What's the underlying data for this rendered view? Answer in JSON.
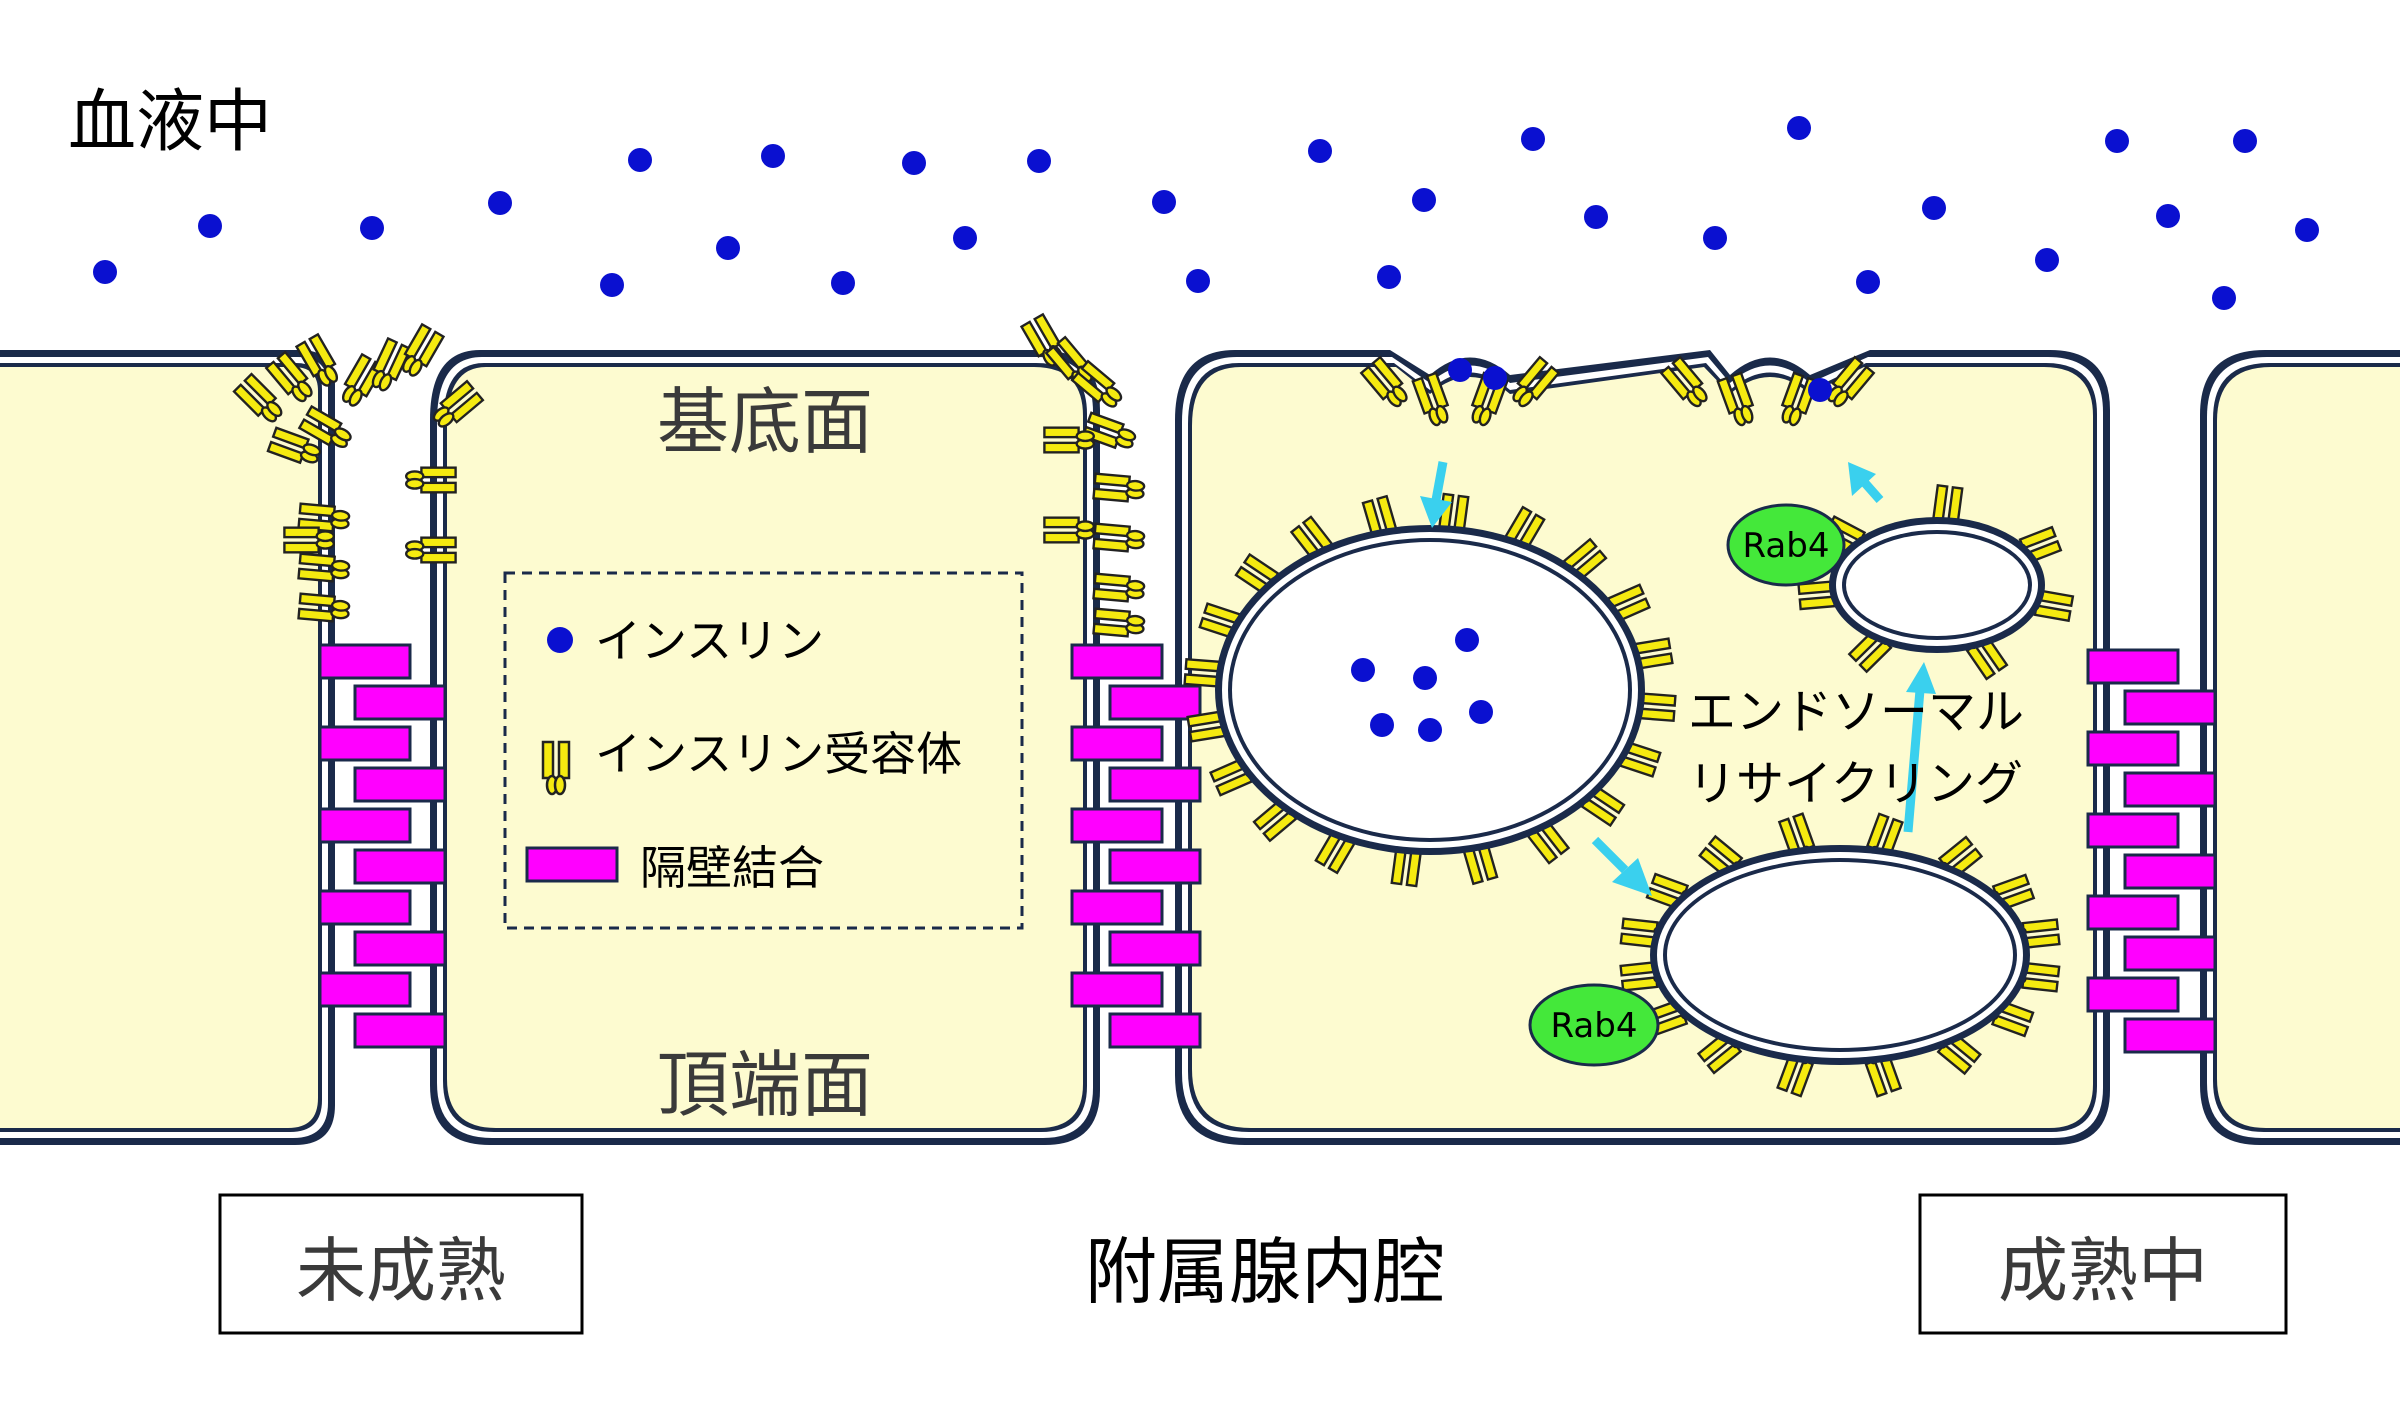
{
  "labels": {
    "blood": "血液中",
    "basal": "基底面",
    "apical": "頂端面",
    "lumen": "附属腺内腔",
    "immature": "未成熟",
    "maturing": "成熟中",
    "recycling_line1": "エンドソーマル",
    "recycling_line2": "リサイクリング",
    "rab4": "Rab4"
  },
  "legend": {
    "insulin": "インスリン",
    "receptor": "インスリン受容体",
    "junction": "隔壁結合"
  },
  "colors": {
    "cytoplasm": "#fdfbd0",
    "membrane": "#1a2a4a",
    "insulin": "#0a10d0",
    "receptor": "#f5ea10",
    "junction": "#ff00ff",
    "rab4": "#44e83a",
    "arrow": "#3ad0ee"
  }
}
